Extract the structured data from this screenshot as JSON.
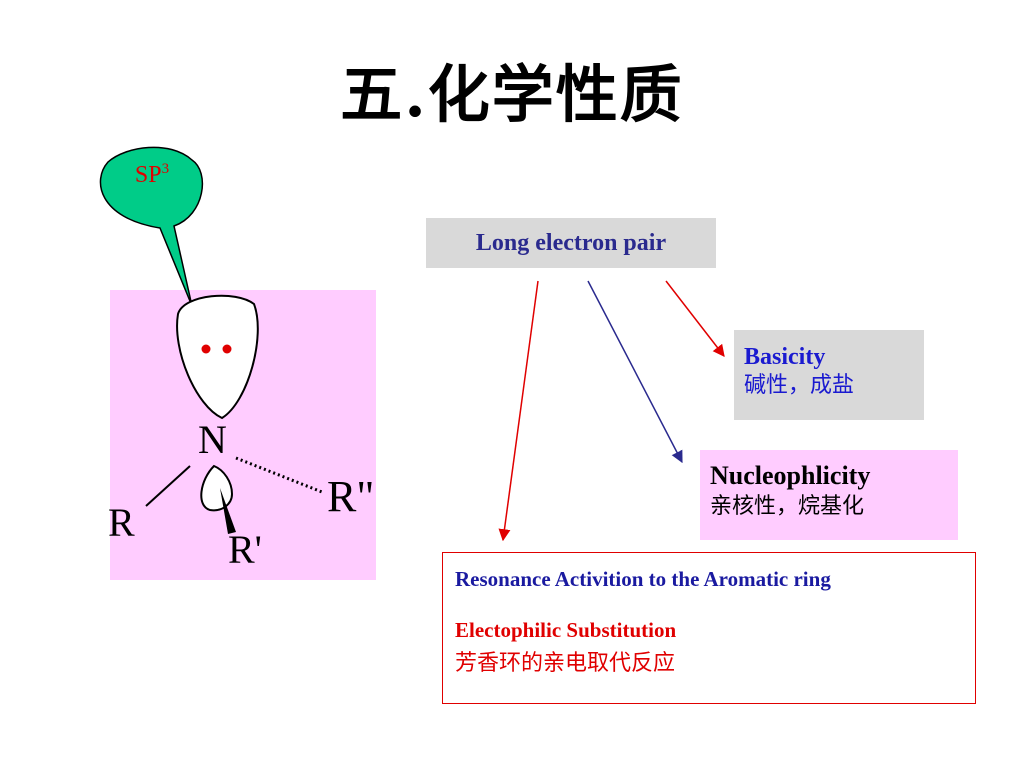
{
  "title": "五.化学性质",
  "molecule": {
    "atom_center": "N",
    "substituent_left": "R",
    "substituent_bottom": "R'",
    "substituent_right": "R\"",
    "lone_pair_dots": "••"
  },
  "callout": {
    "label_main": "SP",
    "label_sup": "3",
    "fill_color": "#00cc88",
    "text_color": "#e00000"
  },
  "lone_pair_box": {
    "label": "Long electron pair"
  },
  "basicity_box": {
    "label": "Basicity",
    "label_zh": "碱性，成盐"
  },
  "nucleophilicity_box": {
    "label": "Nucleophlicity",
    "label_zh": "亲核性，烷基化"
  },
  "resonance_box": {
    "title": "Resonance Activition to the Aromatic ring",
    "subtitle": "Electophilic Substitution",
    "subtitle_zh": "芳香环的亲电取代反应"
  },
  "colors": {
    "pink": "#ffccff",
    "gray": "#d9d9d9",
    "red": "#e00000",
    "navy": "#2a2a8e",
    "blue": "#1a1ad0"
  }
}
